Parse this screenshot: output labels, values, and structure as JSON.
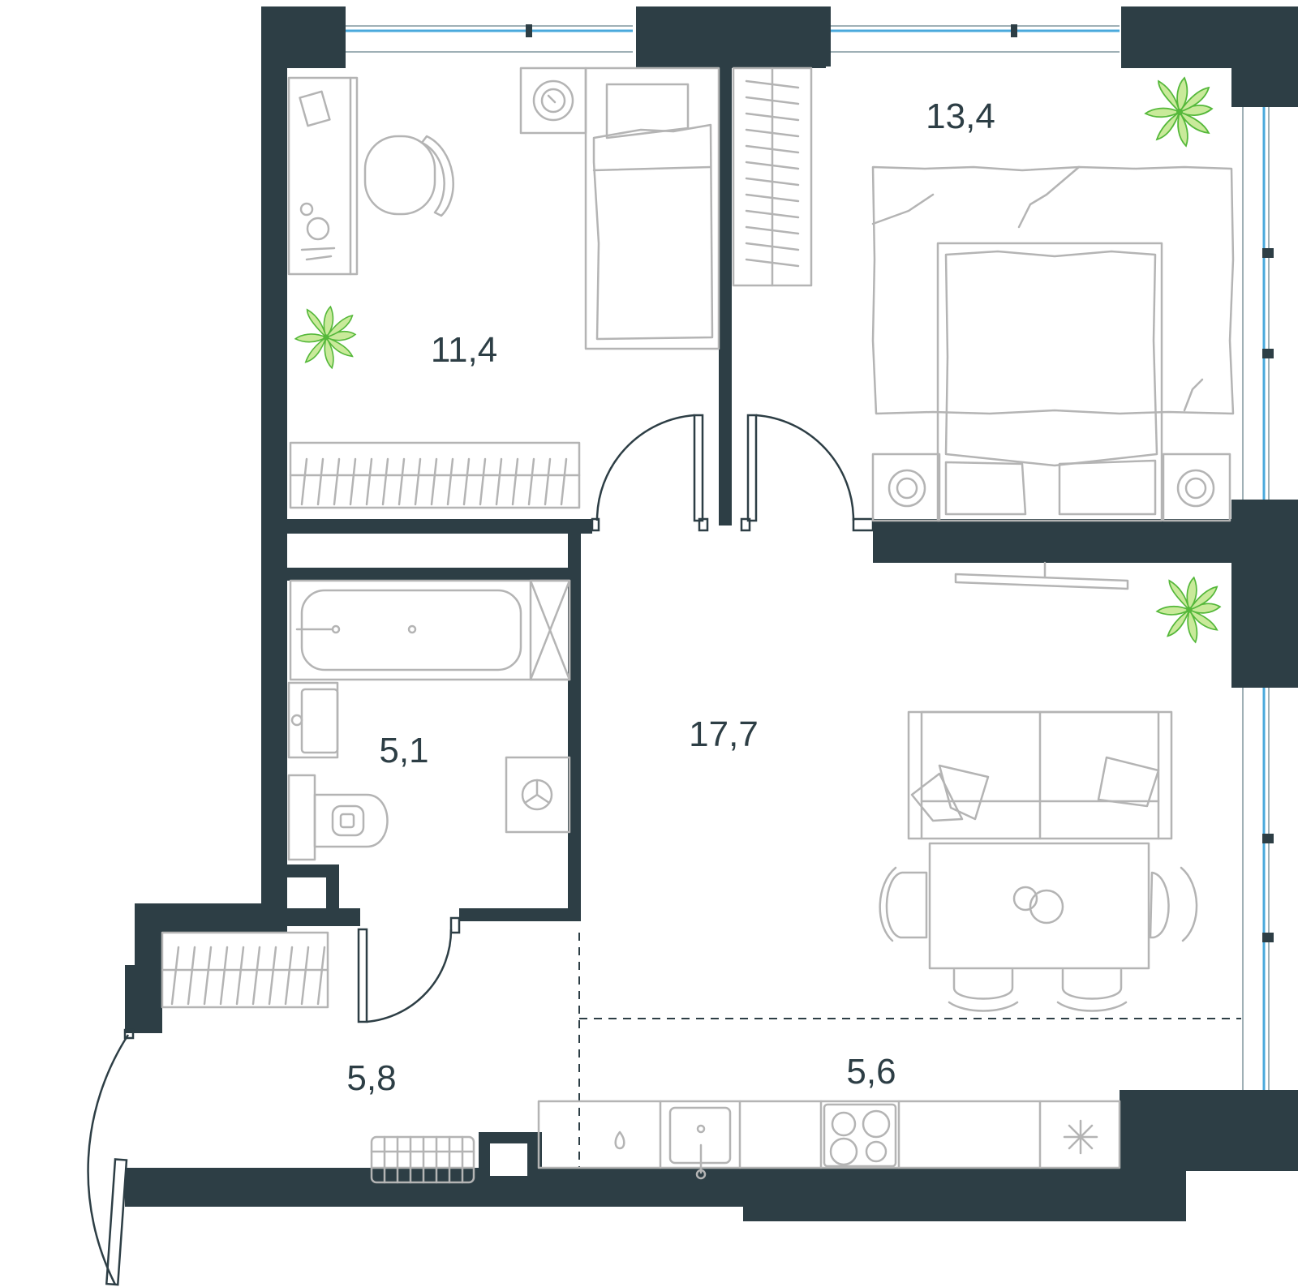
{
  "floor_plan": {
    "colors": {
      "wall": "#2d3e45",
      "furniture_outline": "#b4b4b4",
      "window_glass": "#4aa9dc",
      "plant_fill": "#c9ea9a",
      "plant_stroke": "#55b83a",
      "background": "#ffffff"
    },
    "rooms": [
      {
        "id": "bedroom-small",
        "area": "11,4"
      },
      {
        "id": "bedroom-master",
        "area": "13,4"
      },
      {
        "id": "bathroom",
        "area": "5,1"
      },
      {
        "id": "living-room",
        "area": "17,7"
      },
      {
        "id": "hallway",
        "area": "5,8"
      },
      {
        "id": "kitchen",
        "area": "5,6"
      }
    ],
    "icons": [
      "plant-icon",
      "desk-icon",
      "chair-icon",
      "bed-icon",
      "wardrobe-icon",
      "nightstand-icon",
      "bathtub-icon",
      "sink-icon",
      "toilet-icon",
      "washing-machine-icon",
      "sofa-icon",
      "dining-table-icon",
      "tv-icon",
      "stove-icon",
      "kitchen-sink-icon",
      "fridge-icon",
      "radiator-icon",
      "door-icon",
      "window-icon"
    ]
  }
}
